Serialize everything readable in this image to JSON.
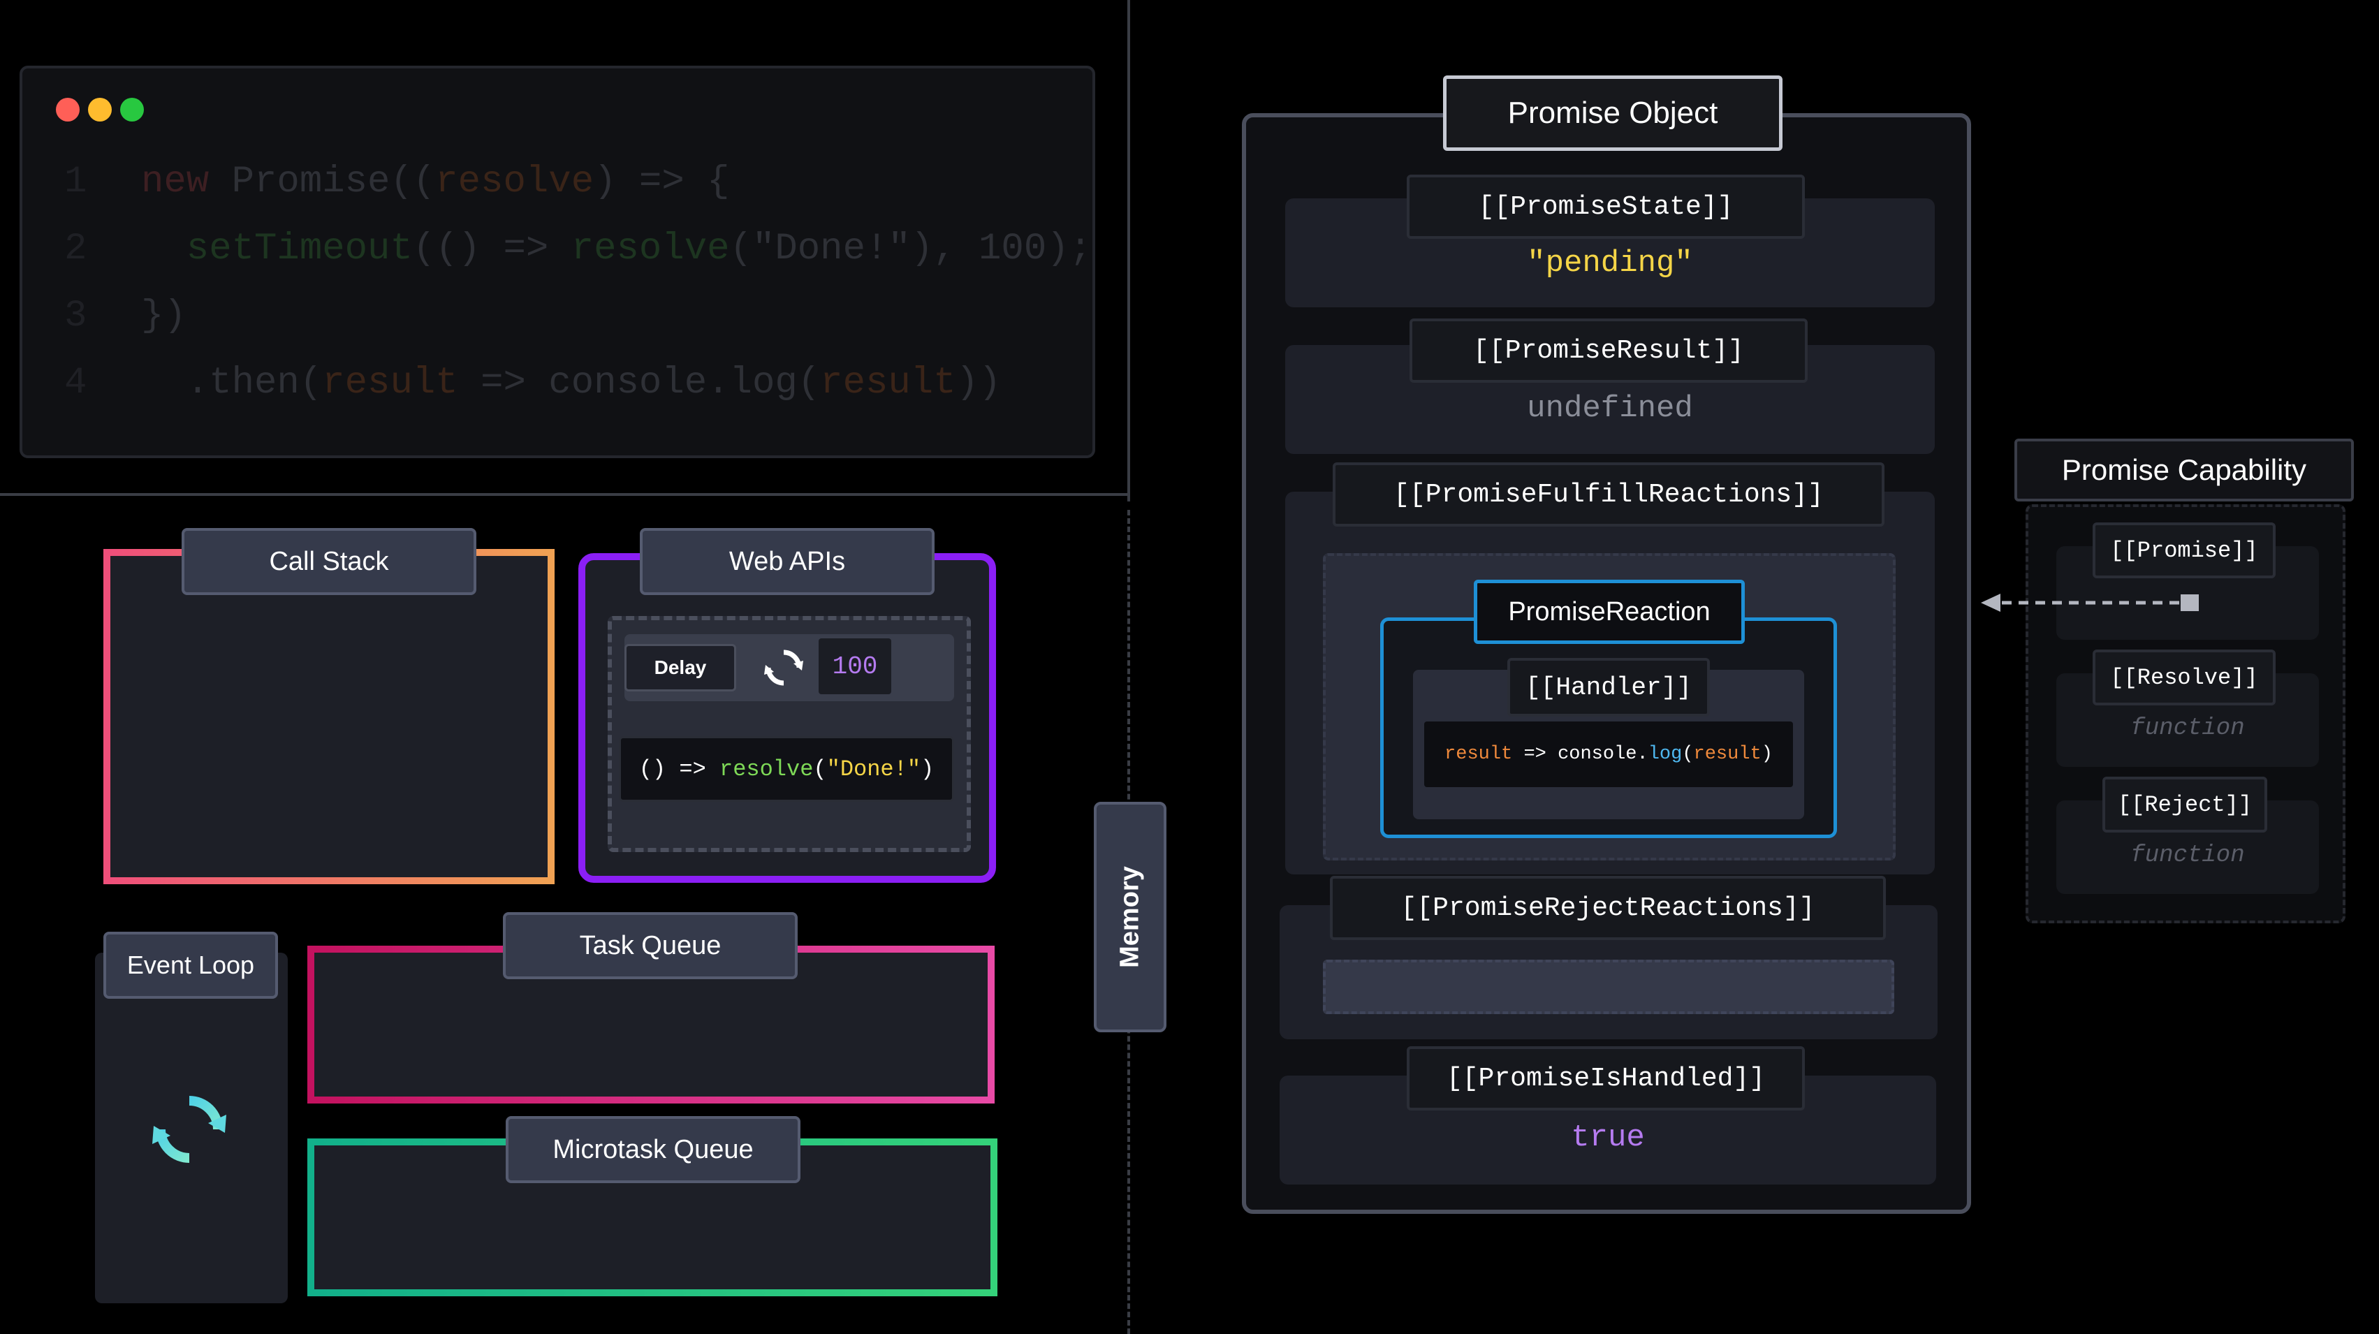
{
  "editor": {
    "window_dots": [
      "#ff5f57",
      "#febc2e",
      "#28c840"
    ],
    "lines": [
      {
        "num": "1",
        "parts": [
          "new",
          " Promise((",
          "resolve",
          ") => {"
        ]
      },
      {
        "num": "2",
        "parts": [
          "  setTimeout",
          "(() => ",
          "resolve",
          "(\"Done!\"), 100);"
        ]
      },
      {
        "num": "3",
        "parts": [
          "})"
        ]
      },
      {
        "num": "4",
        "parts": [
          "  .then(",
          "result",
          " => console.log(",
          "result",
          "))"
        ]
      }
    ]
  },
  "runtime": {
    "call_stack": "Call Stack",
    "web_apis": "Web APIs",
    "delay_label": "Delay",
    "delay_value": "100",
    "callback": {
      "prefix": "() => ",
      "fn": "resolve",
      "open": "(",
      "arg": "\"Done!\"",
      "close": ")"
    },
    "event_loop": "Event Loop",
    "task_queue": "Task Queue",
    "microtask_queue": "Microtask Queue",
    "memory": "Memory"
  },
  "promise_object": {
    "title": "Promise Object",
    "state_label": "[[PromiseState]]",
    "state_value": "\"pending\"",
    "result_label": "[[PromiseResult]]",
    "result_value": "undefined",
    "fulfill_label": "[[PromiseFulfillReactions]]",
    "reaction_label": "PromiseReaction",
    "handler_label": "[[Handler]]",
    "handler_code": {
      "arg": "result",
      "arrow": " => console.",
      "fn": "log",
      "open": "(",
      "arg2": "result",
      "close": ")"
    },
    "reject_label": "[[PromiseRejectReactions]]",
    "handled_label": "[[PromiseIsHandled]]",
    "handled_value": "true"
  },
  "capability": {
    "title": "Promise Capability",
    "promise_label": "[[Promise]]",
    "resolve_label": "[[Resolve]]",
    "resolve_value": "function",
    "reject_label": "[[Reject]]",
    "reject_value": "function"
  },
  "colors": {
    "state_value": "#f5d547",
    "handled_value": "#b57bf0",
    "delay_value": "#b57bf0",
    "resolve_fn": "#7ed957",
    "string": "#f5d547",
    "reaction_border": "#1e90d6"
  }
}
